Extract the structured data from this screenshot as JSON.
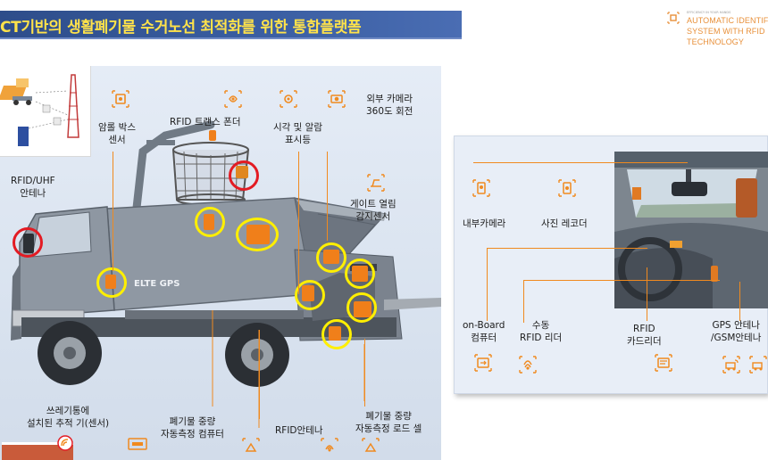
{
  "header": {
    "title": "CT기반의 생활폐기물 수거노선 최적화를 위한 통합플랫폼"
  },
  "brand": {
    "tagline": "EFFICIENCY IN YOUR HANDS",
    "line1": "AUTOMATIC IDENTIFIC",
    "line2": "SYSTEM WITH RFID",
    "line3": "TECHNOLOGY",
    "accent_color": "#e8903a"
  },
  "truck_labels": {
    "antenna": [
      "RFID/UHF",
      "안테나"
    ],
    "lock_box": [
      "암롤 박스",
      "센서"
    ],
    "transponder": [
      "RFID 트랜스 폰더"
    ],
    "visual_alarm": [
      "시각 및 알람",
      "표시등"
    ],
    "camera_360": [
      "외부 카메라",
      "360도 회전"
    ],
    "gate_sensor": [
      "게이트 열림",
      "감지센서"
    ],
    "bin_tracker": [
      "쓰레기통에",
      "설치된 추적 기(센서)"
    ],
    "weighing_computer": [
      "폐기물 중량",
      "자동측정 컴퓨터"
    ],
    "rfid_antenna": [
      "RFID안테나"
    ],
    "load_cell": [
      "폐기물 중량",
      "자동측정 로드 셀"
    ],
    "truck_brand": "ELTE GPS"
  },
  "cabin_labels": {
    "interior_camera": "내부카메라",
    "photo_recorder": "사진 레코더",
    "onboard_computer": [
      "on-Board",
      "컴퓨터"
    ],
    "manual_reader": [
      "수동",
      "RFID 리더"
    ],
    "card_reader": [
      "RFID",
      "카드리더"
    ],
    "gps_antenna": [
      "GPS 안테나",
      "/GSM안테나"
    ]
  },
  "colors": {
    "accent": "#f08a1f",
    "highlight_yellow": "#ffef00",
    "highlight_red": "#e31b23",
    "title_text": "#ffe24a",
    "title_bg": "#3b5fa3"
  }
}
